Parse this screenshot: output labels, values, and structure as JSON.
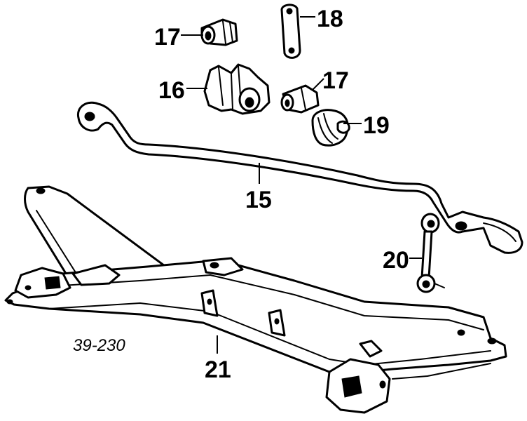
{
  "diagram": {
    "reference_number": "39-230",
    "callouts": [
      {
        "id": "c17a",
        "label": "17"
      },
      {
        "id": "c18",
        "label": "18"
      },
      {
        "id": "c16",
        "label": "16"
      },
      {
        "id": "c17b",
        "label": "17"
      },
      {
        "id": "c19",
        "label": "19"
      },
      {
        "id": "c15",
        "label": "15"
      },
      {
        "id": "c20",
        "label": "20"
      },
      {
        "id": "c21",
        "label": "21"
      }
    ]
  }
}
